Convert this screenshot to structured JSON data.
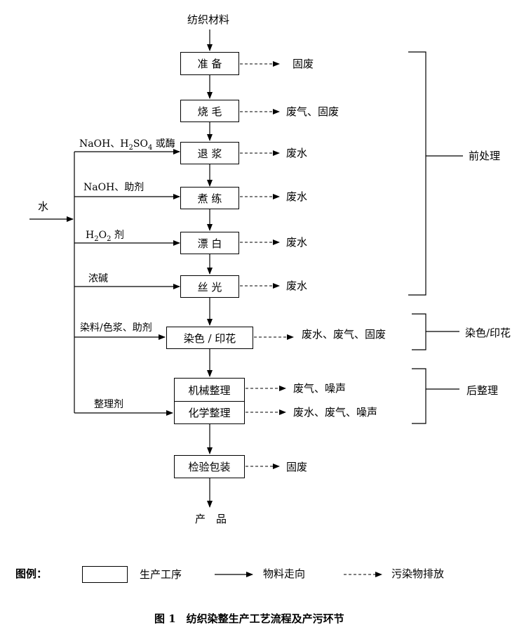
{
  "input": "纺织材料",
  "water": "水",
  "output": "产　品",
  "steps": [
    {
      "name": "准 备"
    },
    {
      "name": "烧 毛"
    },
    {
      "name": "退 浆"
    },
    {
      "name": "煮 练"
    },
    {
      "name": "漂 白"
    },
    {
      "name": "丝 光"
    },
    {
      "name": "染色 / 印花"
    },
    {
      "name": "机械整理"
    },
    {
      "name": "化学整理"
    },
    {
      "name": "检验包装"
    }
  ],
  "emissions": [
    "固废",
    "废气、固废",
    "废水",
    "废水",
    "废水",
    "废水",
    "废水、废气、固废",
    "废气、噪声",
    "废水、废气、噪声",
    "固废"
  ],
  "additives": [
    "NaOH、H2SO4 或酶",
    "NaOH、助剂",
    "H2O2 剂",
    "浓碱",
    "染料/色浆、助剂",
    "整理剂"
  ],
  "stages": [
    "前处理",
    "染色/印花",
    "后整理"
  ],
  "legend": {
    "title": "图例：",
    "process": "生产工序",
    "flow": "物料走向",
    "pollution": "污染物排放"
  },
  "caption": "图 1　纺织染整生产工艺流程及产污环节"
}
